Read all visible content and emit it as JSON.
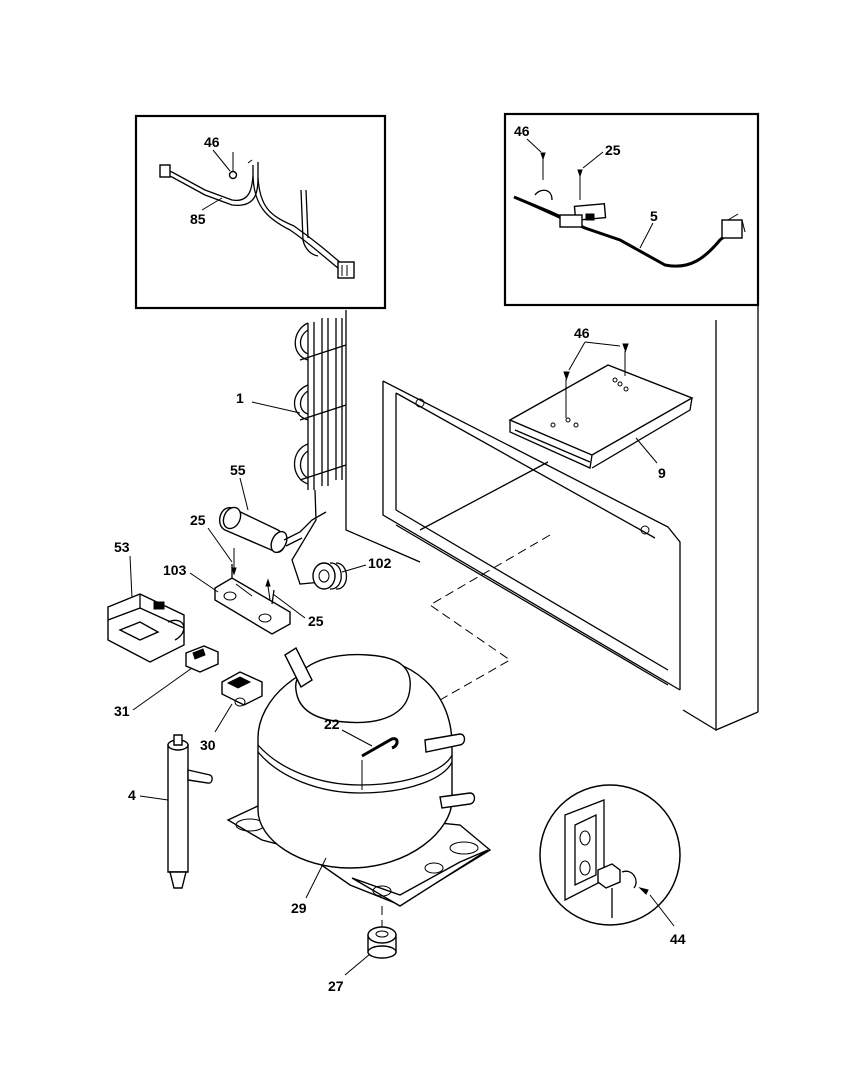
{
  "diagram": {
    "part_numbers": {
      "inset_left_screw": "46",
      "inset_left_harness": "85",
      "inset_right_screw": "46",
      "inset_right_screw_b": "25",
      "inset_right_harness": "5",
      "condenser": "1",
      "cover_screws": "46",
      "cover_plate": "9",
      "capacitor": "55",
      "bracket_screw_top": "25",
      "bracket_screw_bottom": "25",
      "bracket": "103",
      "grommet": "102",
      "relay_cover": "53",
      "overload": "31",
      "relay": "30",
      "clip": "22",
      "drier": "4",
      "compressor": "29",
      "compressor_grommet": "27",
      "outlet_assembly": "44"
    }
  }
}
